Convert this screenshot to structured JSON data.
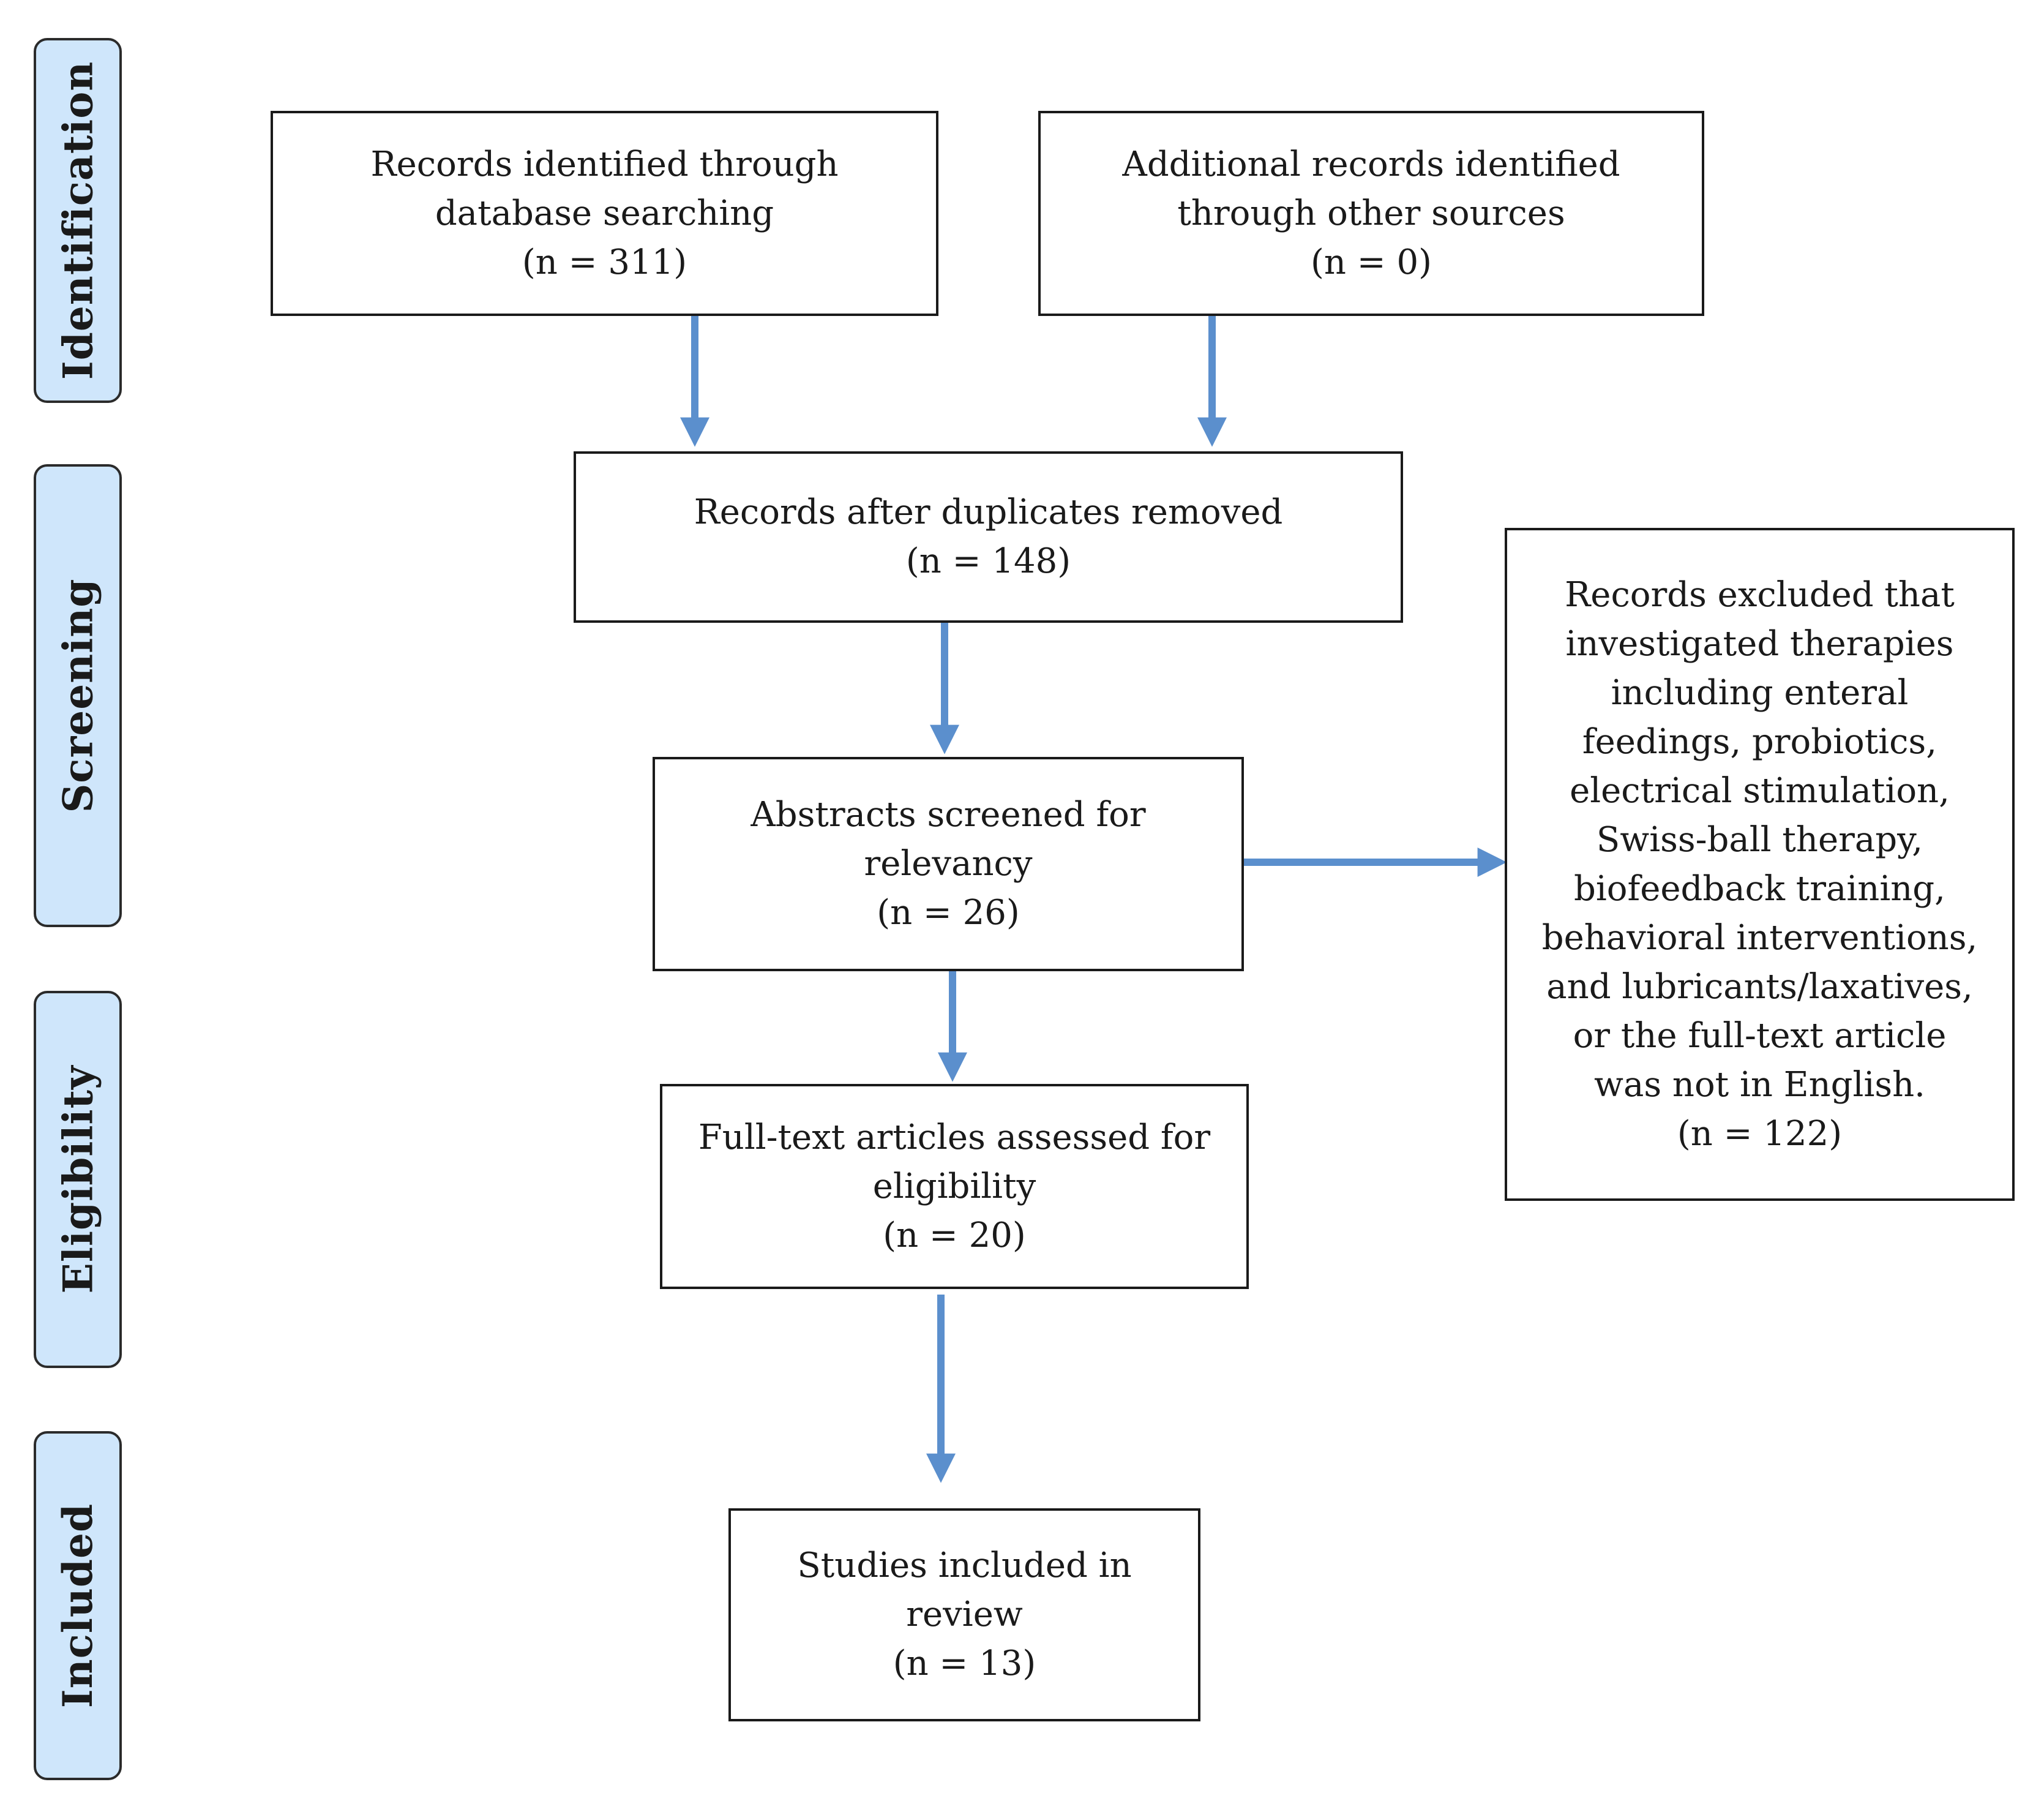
{
  "diagram": {
    "phases": {
      "identification": "Identification",
      "screening": "Screening",
      "eligibility": "Eligibility",
      "included": "Included"
    },
    "boxes": {
      "database_records": {
        "lines": [
          "Records identified through",
          "database searching",
          "(n = 311)"
        ],
        "count": 311
      },
      "other_sources": {
        "lines": [
          "Additional records identified",
          "through other sources",
          "(n = 0)"
        ],
        "count": 0
      },
      "after_duplicates": {
        "lines": [
          "Records after duplicates removed",
          "(n = 148)"
        ],
        "count": 148
      },
      "abstracts_screened": {
        "lines": [
          "Abstracts screened for",
          "relevancy",
          "(n = 26)"
        ],
        "count": 26
      },
      "full_text": {
        "lines": [
          "Full-text articles assessed for",
          "eligibility",
          "(n = 20)"
        ],
        "count": 20
      },
      "included_studies": {
        "lines": [
          "Studies included in",
          "review",
          "(n = 13)"
        ],
        "count": 13
      },
      "excluded": {
        "lines": [
          "Records excluded that",
          "investigated therapies",
          "including enteral",
          "feedings, probiotics,",
          "electrical stimulation,",
          "Swiss-ball therapy,",
          "biofeedback training,",
          "behavioral interventions,",
          "and lubricants/laxatives,",
          "or the full-text article",
          "was not in English.",
          "(n = 122)"
        ],
        "count": 122
      }
    },
    "colors": {
      "phase_fill": "#cfe6fb",
      "arrow": "#5b8fcd",
      "box_border": "#1a1a1a"
    }
  }
}
